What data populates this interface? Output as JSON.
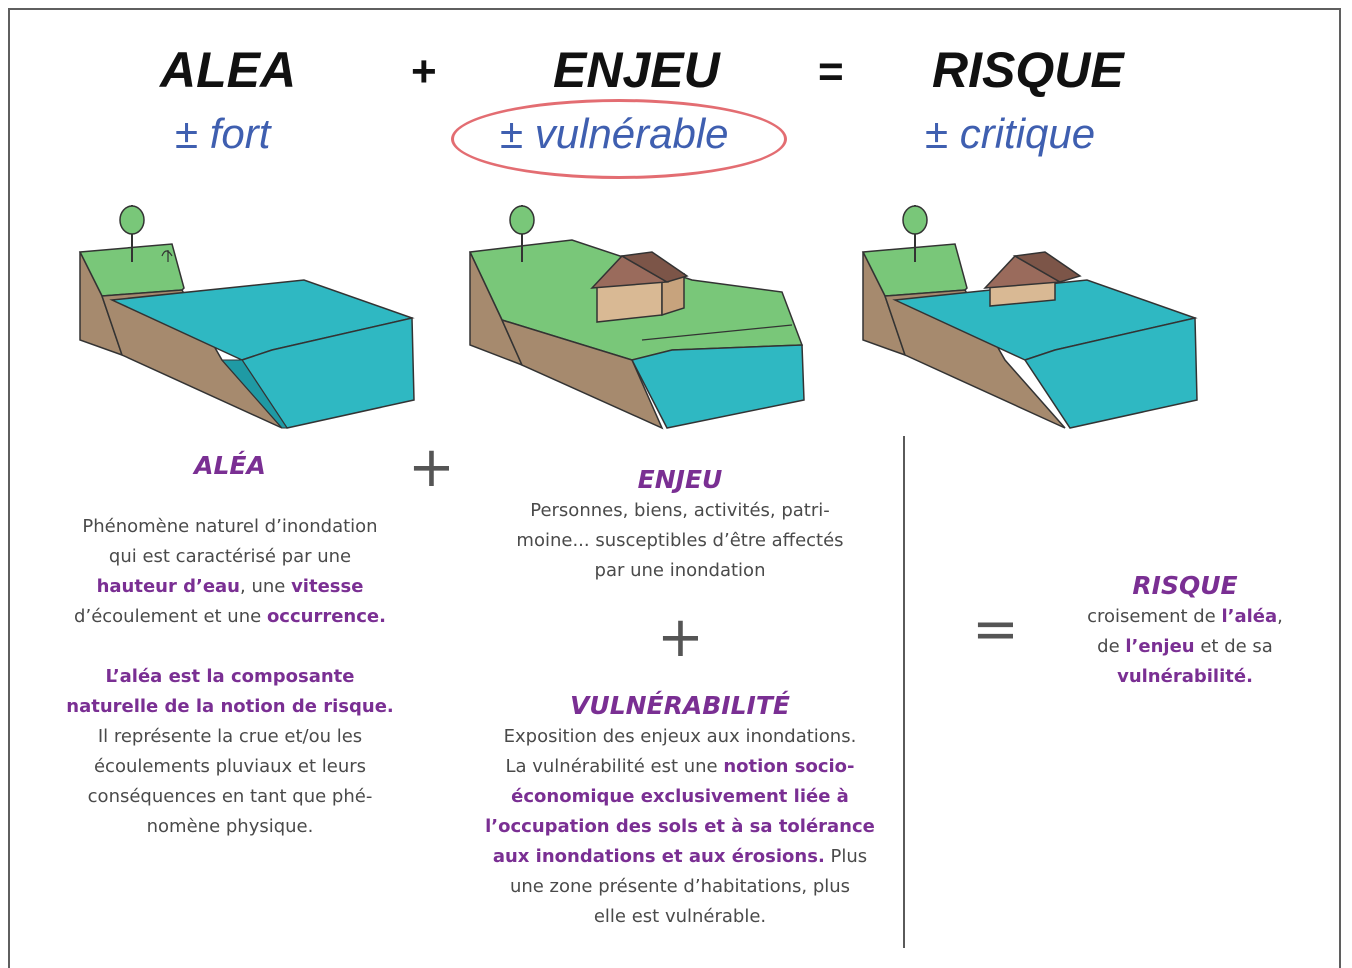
{
  "equation": {
    "term1": "ALEA",
    "term1_sub": "± fort",
    "plus": "+",
    "term2": "ENJEU",
    "term2_sub": "± vulnérable",
    "equals": "=",
    "term3": "RISQUE",
    "term3_sub": "± critique"
  },
  "alea": {
    "heading": "ALÉA",
    "p1": [
      "Phénomène naturel d’inondation",
      "qui est caractérisé par une"
    ],
    "p1_hauteur": "hauteur d’eau",
    "p1_sep1": ", une ",
    "p1_vitesse": "vitesse",
    "p1_ecoul": "d’écoulement et une ",
    "p1_occ": "occurrence.",
    "p2_bold": [
      "L’aléa est la composante",
      "naturelle de la notion de risque."
    ],
    "p2_rest": [
      "Il représente la crue et/ou les",
      "écoulements pluviaux et leurs",
      "conséquences en tant que phé-",
      "nomène physique."
    ]
  },
  "op_plus1": "+",
  "enjeu": {
    "heading": "ENJEU",
    "lines": [
      "Personnes, biens, activités, patri-",
      "moine... susceptibles d’être affectés",
      "par une inondation"
    ]
  },
  "op_plus2": "+",
  "vulnerabilite": {
    "heading": "VULNÉRABILITÉ",
    "l1": "Exposition des enjeux aux inondations.",
    "l2_pre": "La vulnérabilité est une ",
    "l2_bold": "notion socio-",
    "bold_lines": [
      "économique exclusivement liée à",
      "l’occupation des sols et à sa tolérance"
    ],
    "l5_bold": "aux inondations et aux érosions.",
    "l5_post": " Plus",
    "rest": [
      "une zone présente d’habitations, plus",
      "elle est vulnérable."
    ]
  },
  "op_equals": "=",
  "risque": {
    "heading": "RISQUE",
    "l1_pre": "croisement de ",
    "l1_bold": "l’aléa",
    "l1_post": ",",
    "l2_pre": "de ",
    "l2_bold": "l’enjeu",
    "l2_post": " et de sa",
    "l3_bold": "vulnérabilité."
  },
  "colors": {
    "accent": "#7a2f93",
    "subtitle": "#3f5fb0",
    "ellipse": "#e36d72",
    "water": "#2fb8c2",
    "grass": "#79c779",
    "soil": "#a68a6e"
  }
}
